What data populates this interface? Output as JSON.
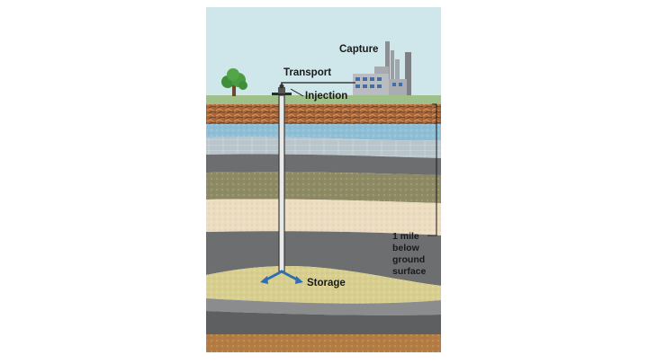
{
  "labels": {
    "capture": "Capture",
    "transport": "Transport",
    "injection": "Injection",
    "storage": "Storage",
    "depth_line1": "1 mile",
    "depth_line2": "below",
    "depth_line3": "ground",
    "depth_line4": "surface"
  },
  "colors": {
    "sky": "#cfe6ea",
    "ground_surface": "#9fc08a",
    "topsoil": "#a8663a",
    "aquifer": "#8fbfd6",
    "pale_rock": "#b8c6cc",
    "dark_rock": "#6c6e70",
    "olive_rock": "#8e8a63",
    "sandstone": "#ecdcc0",
    "storage_sand": "#d8cf8f",
    "bottom_soil": "#b27c43",
    "arrow": "#2f6fb0",
    "well": "#3b3b3b"
  }
}
